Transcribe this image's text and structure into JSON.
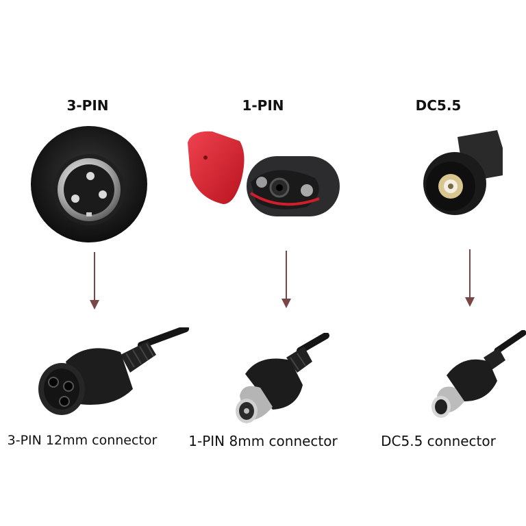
{
  "connectors": [
    {
      "title": "3-PIN",
      "caption": "3-PIN 12mm connector"
    },
    {
      "title": "1-PIN",
      "caption": "1-PIN 8mm connector"
    },
    {
      "title": "DC5.5",
      "caption": "DC5.5 connector"
    }
  ],
  "colors": {
    "arrow": "#7a4545",
    "connector_body": "#1a1a1a",
    "cap": "#e0283a",
    "metal": "#b8b8b8"
  },
  "icons": [
    "round-3-pin-socket",
    "red-cap-1-pin-socket",
    "dc-barrel-socket",
    "down-arrow",
    "3-pin-plug",
    "1-pin-plug",
    "dc-barrel-plug"
  ]
}
